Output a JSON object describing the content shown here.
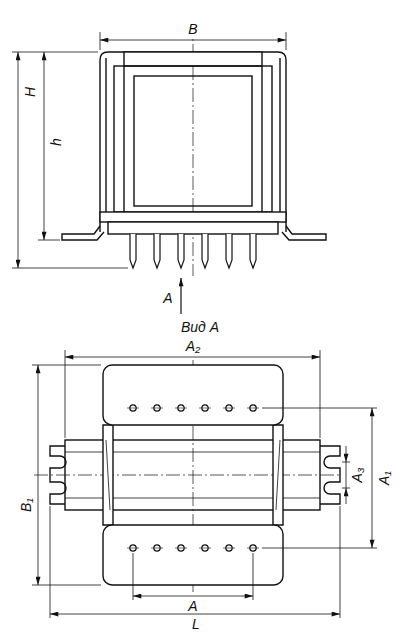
{
  "diagram": {
    "labels": [
      "B",
      "H",
      "h",
      "A",
      "Вид А",
      "A₂",
      "B₁",
      "A₃",
      "A₁",
      "A",
      "L"
    ]
  }
}
